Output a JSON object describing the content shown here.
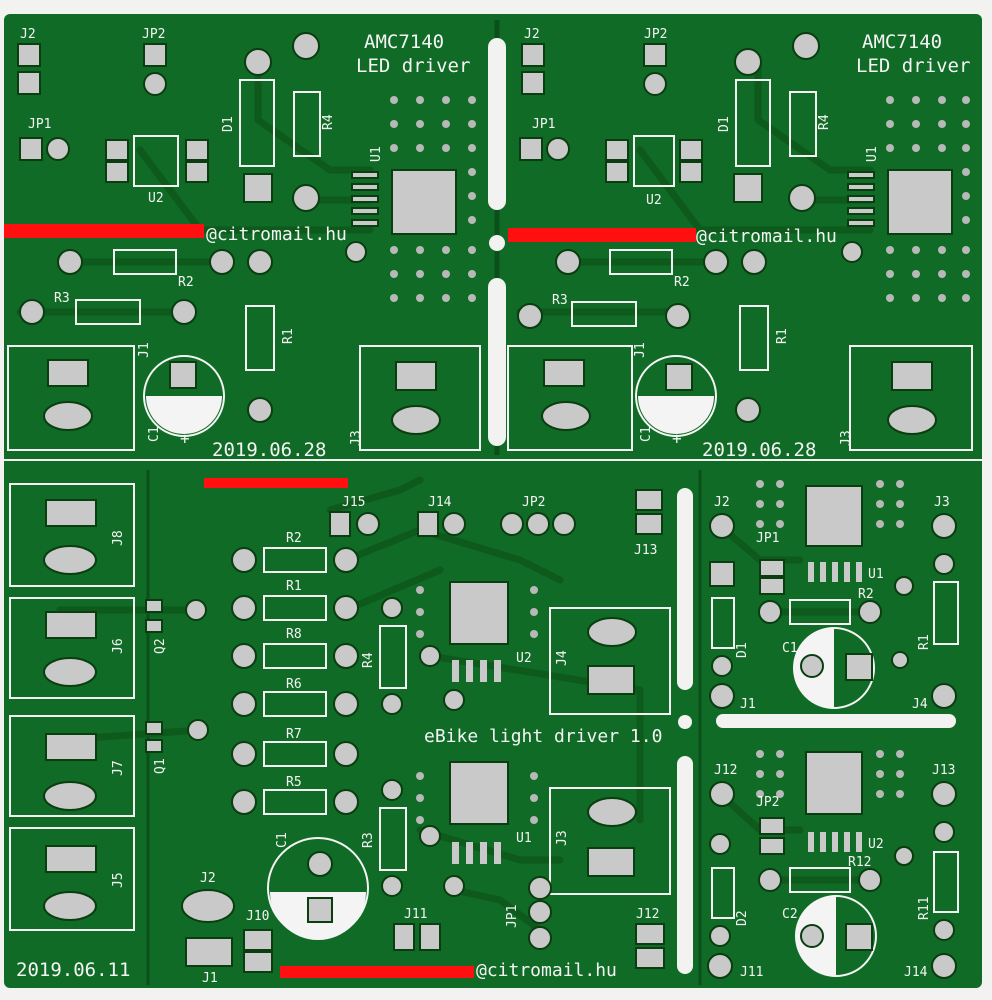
{
  "board": {
    "colors": {
      "background": "#f2f2f0",
      "soldermask": "#0f6b25",
      "soldermask_dark": "#0b4f1a",
      "copper_pad": "#c8c8c8",
      "silkscreen": "#f4f4f4",
      "redaction": "#ff0f0f"
    }
  },
  "panel_top_left": {
    "title_line1": "AMC7140",
    "title_line2": "LED driver",
    "email_suffix": "@citromail.hu",
    "date": "2019.06.28",
    "refs": {
      "j2": "J2",
      "jp2": "JP2",
      "jp1": "JP1",
      "d1": "D1",
      "r4": "R4",
      "u1": "U1",
      "u2": "U2",
      "r2": "R2",
      "r3": "R3",
      "r1": "R1",
      "j1": "J1",
      "c1": "C1",
      "j3": "J3",
      "plus": "+"
    }
  },
  "panel_top_right": {
    "title_line1": "AMC7140",
    "title_line2": "LED driver",
    "email_suffix": "@citromail.hu",
    "date": "2019.06.28",
    "refs": {
      "j2": "J2",
      "jp2": "JP2",
      "jp1": "JP1",
      "d1": "D1",
      "r4": "R4",
      "u1": "U1",
      "u2": "U2",
      "r2": "R2",
      "r3": "R3",
      "r1": "R1",
      "j1": "J1",
      "c1": "C1",
      "j3": "J3",
      "plus": "+"
    }
  },
  "panel_bottom_main": {
    "title": "eBike light driver 1.0",
    "email_suffix": "@citromail.hu",
    "date": "2019.06.11",
    "refs": {
      "j15": "J15",
      "j14": "J14",
      "jp2": "JP2",
      "j13": "J13",
      "r2": "R2",
      "r1": "R1",
      "r8": "R8",
      "r6": "R6",
      "r7": "R7",
      "r5": "R5",
      "r4": "R4",
      "r3": "R3",
      "u2": "U2",
      "u1": "U1",
      "j4": "J4",
      "j3": "J3",
      "j8": "J8",
      "j6": "J6",
      "j7": "J7",
      "j5": "J5",
      "q2": "Q2",
      "q1": "Q1",
      "c1": "C1",
      "j2": "J2",
      "j1": "J1",
      "j10": "J10",
      "j11": "J11",
      "jp1": "JP1",
      "j12": "J12"
    }
  },
  "panel_bottom_right": {
    "refs": {
      "j2": "J2",
      "j3": "J3",
      "jp1": "JP1",
      "u1": "U1",
      "r2": "R2",
      "d1": "D1",
      "c1": "C1",
      "r1": "R1",
      "j1": "J1",
      "j4": "J4",
      "j12": "J12",
      "j13": "J13",
      "jp2": "JP2",
      "u2": "U2",
      "r12": "R12",
      "d2": "D2",
      "c2": "C2",
      "r11": "R11",
      "j11": "J11",
      "j14": "J14"
    }
  }
}
